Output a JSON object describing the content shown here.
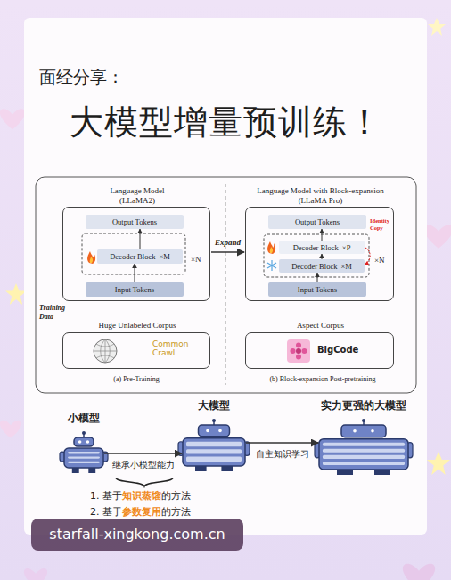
{
  "diagram": {
    "title": "大模型增量预训练！",
    "nodes": [
      {
        "text": [
          "Language Model (LLaMA2)"
        ]
      },
      {
        "text": [
          "Output Tokens"
        ],
        "in": 0
      },
      {
        "text": [
          "Decoder Block",
          "×M"
        ],
        "in": 0
      },
      {
        "text": [
          "Input Tokens"
        ],
        "in": 0
      },
      {
        "text": [
          "Language Model with Block-expansion (LLaMA Pro)"
        ]
      },
      {
        "text": [
          "Output Tokens"
        ],
        "in": 4
      },
      {
        "text": [
          "Decoder Block",
          "×P"
        ],
        "in": 4
      },
      {
        "text": [
          "Decoder Block",
          "×M"
        ],
        "in": 4
      },
      {
        "text": [
          "Input Tokens"
        ],
        "in": 4
      },
      {
        "text": [
          "Huge Unlabeled Corpus",
          "Common Crawl"
        ]
      },
      {
        "text": [
          "Aspect Corpus",
          "BigCode"
        ]
      },
      {
        "text": [
          "小模型"
        ]
      },
      {
        "text": [
          "大模型"
        ]
      },
      {
        "text": [
          "实力更强的大模型"
        ]
      }
    ],
    "edges": [
      {
        "from": 0,
        "to": 4,
        "arrow": "to",
        "label": "Expand"
      },
      {
        "from": 3,
        "to": 2,
        "arrow": "to"
      },
      {
        "from": 2,
        "to": 1,
        "arrow": "to"
      },
      {
        "from": 8,
        "to": 7,
        "arrow": "to"
      },
      {
        "from": 7,
        "to": 6,
        "arrow": "to"
      },
      {
        "from": 6,
        "to": 5,
        "arrow": "to"
      },
      {
        "from": 11,
        "to": 12,
        "arrow": "to",
        "label": "继承小模型能力"
      },
      {
        "from": 12,
        "to": 13,
        "arrow": "to",
        "label": "自主知识学习"
      }
    ],
    "labels": [
      "面经分享：",
      "×N",
      "×N",
      "Identity Copy",
      "Training Data",
      "(a) Pre-Training",
      "(b) Block-expansion Post-pretraining",
      "1. 基于",
      "知识蒸馏",
      "的方法",
      "2. 基于",
      "参数复用",
      "的方法",
      "starfall-xingkong.com.cn"
    ]
  }
}
